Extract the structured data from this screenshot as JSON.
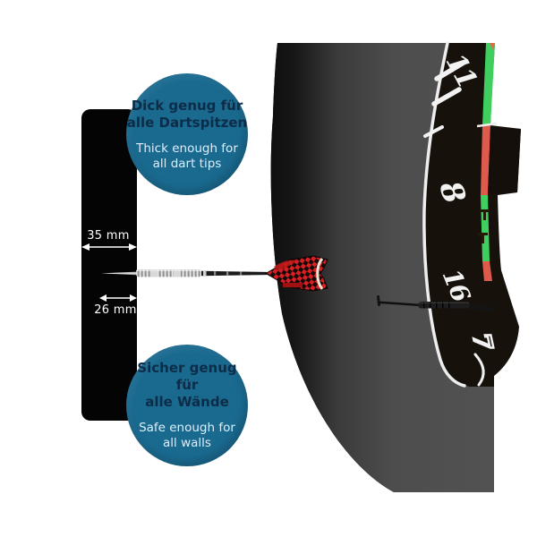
{
  "badges": {
    "top": {
      "de": [
        "Dick genug für",
        "alle Dartspitzen"
      ],
      "en": [
        "Thick enough for",
        "all dart tips"
      ]
    },
    "bottom": {
      "de": [
        "Sicher genug für",
        "alle Wände"
      ],
      "en": [
        "Safe enough for",
        "all walls"
      ]
    }
  },
  "measurements": {
    "thickness": "35 mm",
    "depth": "26 mm"
  },
  "dartboard": {
    "numbers": [
      "11",
      "8",
      "16",
      "7"
    ]
  },
  "colors": {
    "badge_bg": "#1a6a90",
    "badge_title": "#0d2c47",
    "badge_subtitle": "#ddeefa",
    "wall_protector_black": "#040404",
    "surround_gray": "#4d4d4d",
    "ring_black": "#17110c",
    "double_green": "#3ecf5f",
    "double_red": "#dd5a4c",
    "flight_red": "#d81f24",
    "flight_black": "#170808",
    "wire_white": "#f2f2f2",
    "label_white": "#ffffff"
  }
}
